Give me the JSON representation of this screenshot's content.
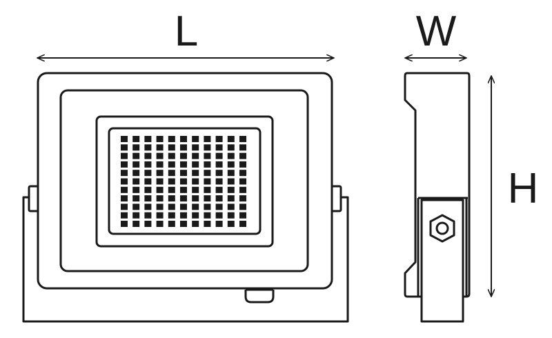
{
  "labels": {
    "length": "L",
    "width": "W",
    "height": "H"
  },
  "led_grid": {
    "rows": 11,
    "cols": 11
  },
  "colors": {
    "line": "#1a1a1a",
    "background": "#ffffff"
  },
  "icons": {
    "dimension_arrow": "double-arrow-icon",
    "mount_bolt": "hexagon-icon"
  }
}
